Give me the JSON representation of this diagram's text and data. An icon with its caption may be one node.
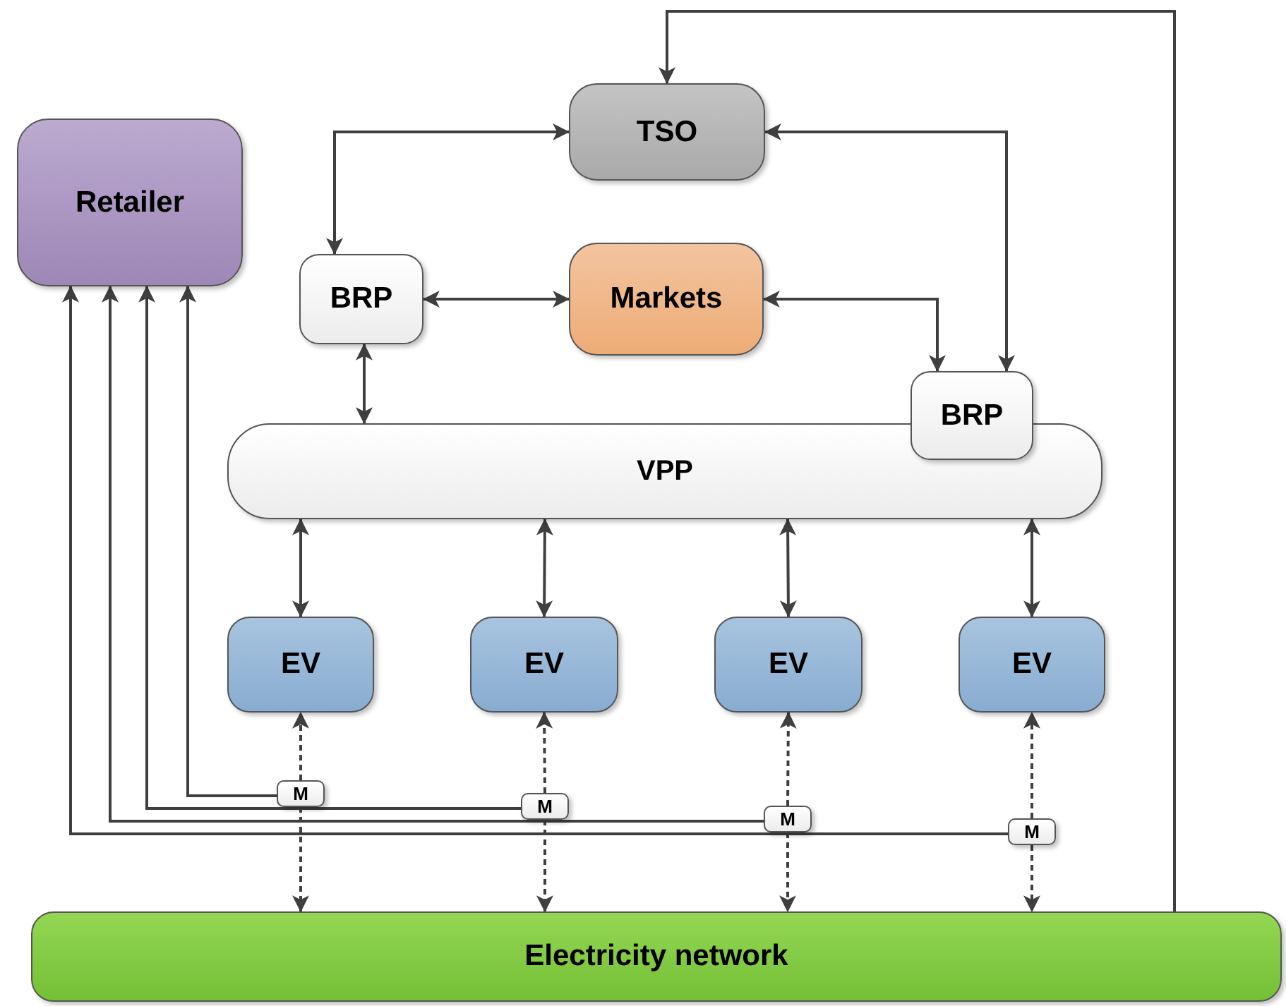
{
  "diagram": {
    "nodes": [
      {
        "text": [
          "TSO"
        ]
      },
      {
        "text": [
          "Retailer"
        ]
      },
      {
        "text": [
          "BRP"
        ]
      },
      {
        "text": [
          "Markets"
        ]
      },
      {
        "text": [
          "VPP"
        ]
      },
      {
        "text": [
          "BRP"
        ]
      },
      {
        "text": [
          "EV"
        ]
      },
      {
        "text": [
          "EV"
        ]
      },
      {
        "text": [
          "EV"
        ]
      },
      {
        "text": [
          "EV"
        ]
      },
      {
        "text": [
          "M"
        ]
      },
      {
        "text": [
          "M"
        ]
      },
      {
        "text": [
          "M"
        ]
      },
      {
        "text": [
          "M"
        ]
      },
      {
        "text": [
          "Electricity network"
        ]
      }
    ],
    "edges": [
      {
        "from": 2,
        "to": 0,
        "arrow": "both"
      },
      {
        "from": 0,
        "to": 5,
        "arrow": "both"
      },
      {
        "from": 14,
        "to": 0,
        "arrow": "to"
      },
      {
        "from": 2,
        "to": 3,
        "arrow": "both"
      },
      {
        "from": 3,
        "to": 5,
        "arrow": "both"
      },
      {
        "from": 2,
        "to": 4,
        "arrow": "both"
      },
      {
        "from": 4,
        "to": 6,
        "arrow": "both"
      },
      {
        "from": 4,
        "to": 7,
        "arrow": "both"
      },
      {
        "from": 4,
        "to": 8,
        "arrow": "both"
      },
      {
        "from": 4,
        "to": 9,
        "arrow": "both"
      },
      {
        "from": 10,
        "to": 6,
        "arrow": "to",
        "style": "dashed"
      },
      {
        "from": 11,
        "to": 7,
        "arrow": "to",
        "style": "dashed"
      },
      {
        "from": 12,
        "to": 8,
        "arrow": "to",
        "style": "dashed"
      },
      {
        "from": 13,
        "to": 9,
        "arrow": "to",
        "style": "dashed"
      },
      {
        "from": 10,
        "to": 14,
        "arrow": "to",
        "style": "dashed"
      },
      {
        "from": 11,
        "to": 14,
        "arrow": "to",
        "style": "dashed"
      },
      {
        "from": 12,
        "to": 14,
        "arrow": "to",
        "style": "dashed"
      },
      {
        "from": 13,
        "to": 14,
        "arrow": "to",
        "style": "dashed"
      },
      {
        "from": 10,
        "to": 1,
        "arrow": "to"
      },
      {
        "from": 11,
        "to": 1,
        "arrow": "to"
      },
      {
        "from": 12,
        "to": 1,
        "arrow": "to"
      },
      {
        "from": 13,
        "to": 1,
        "arrow": "to"
      }
    ]
  }
}
